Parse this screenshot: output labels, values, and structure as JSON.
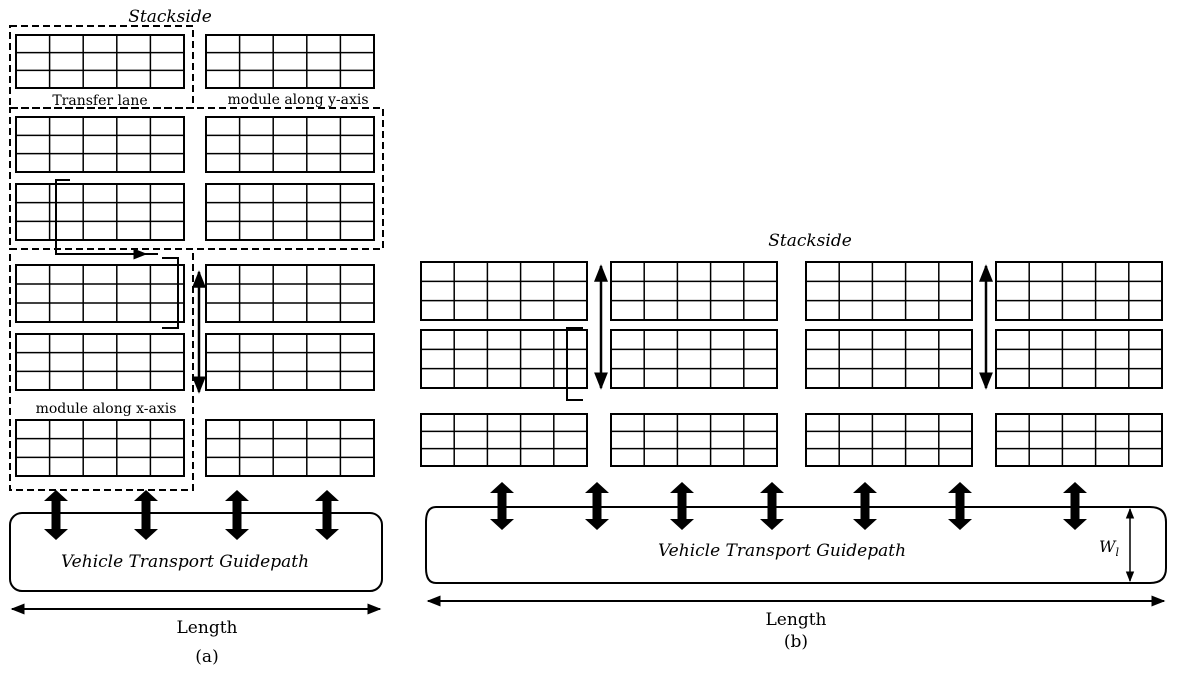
{
  "panel_a": {
    "stackside_label": "Stackside",
    "transfer_lane_label": "Transfer lane",
    "module_y_label": "module along y-axis",
    "module_x_label": "module along x-axis",
    "guidepath_label": "Vehicle Transport Guidepath",
    "length_label": "Length",
    "caption": "(a)"
  },
  "panel_b": {
    "stackside_label": "Stackside",
    "guidepath_label": "Vehicle Transport Guidepath",
    "width_label": "W",
    "width_subscript": "l",
    "length_label": "Length",
    "caption": "(b)"
  },
  "colors": {
    "ink": "#000000",
    "background": "#ffffff"
  }
}
